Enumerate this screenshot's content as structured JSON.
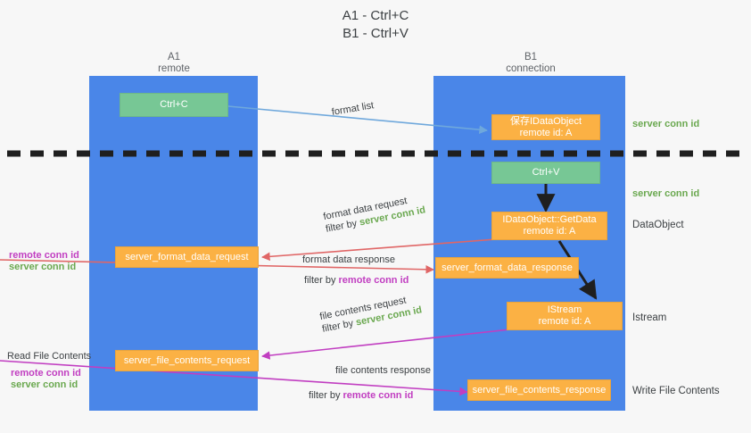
{
  "title": {
    "line1": "A1 - Ctrl+C",
    "line2": "B1 - Ctrl+V"
  },
  "columns": [
    {
      "name": "A1",
      "sub": "remote"
    },
    {
      "name": "B1",
      "sub": "connection"
    }
  ],
  "nodes": {
    "ctrl_c": {
      "label": "Ctrl+C"
    },
    "ctrl_v": {
      "label": "Ctrl+V"
    },
    "idataobject_new": {
      "line1": "保存IDataObject",
      "line2": "remote id: A"
    },
    "idataobject_getdata": {
      "line1": "IDataObject::GetData",
      "line2": "remote id: A"
    },
    "istream": {
      "line1": "IStream",
      "line2": "remote id: A"
    },
    "server_format_data_request": {
      "label": "server_format_data_request"
    },
    "server_format_data_response": {
      "label": "server_format_data_response"
    },
    "server_file_contents_request": {
      "label": "server_file_contents_request"
    },
    "server_file_contents_response": {
      "label": "server_file_contents_response"
    }
  },
  "edges": {
    "format_list": {
      "label": "format list"
    },
    "format_data_request": {
      "line1": "format data request",
      "filter_prefix": "filter by ",
      "filter_value": "server conn id"
    },
    "format_data_response": {
      "line1": "format data response",
      "filter_prefix": "filter by ",
      "filter_value": "remote conn id"
    },
    "file_contents_request": {
      "line1": "file contents request",
      "filter_prefix": "filter by ",
      "filter_value": "server conn id"
    },
    "file_contents_response": {
      "line1": "file contents response",
      "filter_prefix": "filter by ",
      "filter_value": "remote conn id"
    }
  },
  "right_labels": {
    "server_conn_id_top": "server conn id",
    "server_conn_id_mid": "server conn id",
    "dataobject": "DataObject",
    "istream": "Istream",
    "write_file_contents": "Write File Contents"
  },
  "left_labels": {
    "remote_conn_id_1": "remote conn id",
    "server_conn_id_1": "server conn id",
    "read_file_contents": "Read File Contents",
    "remote_conn_id_2": "remote conn id",
    "server_conn_id_2": "server conn id"
  },
  "colors": {
    "lane": "#4a86e8",
    "green_node": "#77c795",
    "orange_node": "#fbb144",
    "green_text": "#6aa84f",
    "magenta_text": "#c13ec1",
    "arrow_blue": "#6fa8dc",
    "arrow_red": "#e06666",
    "arrow_magenta": "#c13ec1",
    "arrow_dark": "#1f1f1f",
    "background": "#f7f7f7"
  }
}
